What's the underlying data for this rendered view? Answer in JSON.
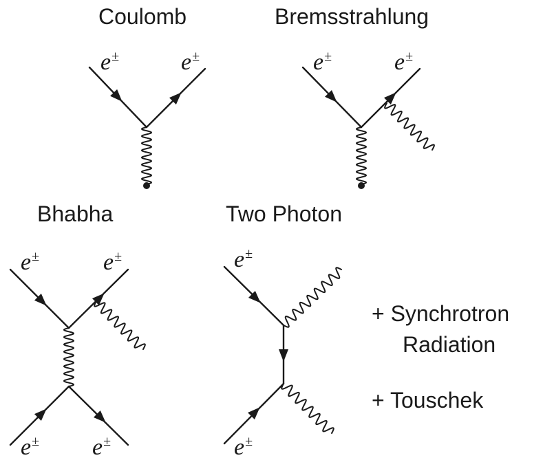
{
  "diagrams": {
    "coulomb": {
      "title": "Coulomb",
      "in_particle": {
        "symbol": "e",
        "charge": "±"
      },
      "out_particle": {
        "symbol": "e",
        "charge": "±"
      }
    },
    "bremsstrahlung": {
      "title": "Bremsstrahlung",
      "in_particle": {
        "symbol": "e",
        "charge": "±"
      },
      "out_particle": {
        "symbol": "e",
        "charge": "±"
      }
    },
    "bhabha": {
      "title": "Bhabha",
      "top_in": {
        "symbol": "e",
        "charge": "±"
      },
      "top_out": {
        "symbol": "e",
        "charge": "±"
      },
      "bottom_in": {
        "symbol": "e",
        "charge": "±"
      },
      "bottom_out": {
        "symbol": "e",
        "charge": "±"
      }
    },
    "two_photon": {
      "title": "Two Photon",
      "top_in": {
        "symbol": "e",
        "charge": "±"
      },
      "bottom_in": {
        "symbol": "e",
        "charge": "±"
      }
    }
  },
  "notes": {
    "synchrotron_line1": "+ Synchrotron",
    "synchrotron_line2": "Radiation",
    "touschek": "+ Touschek"
  }
}
